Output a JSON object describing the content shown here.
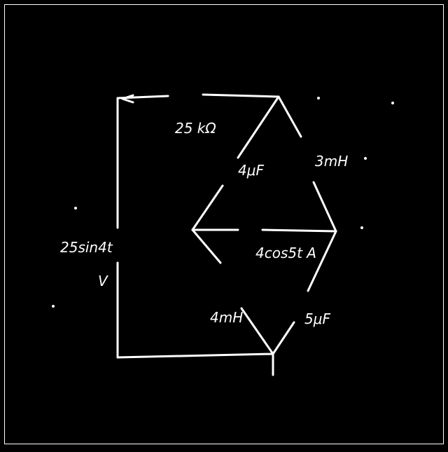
{
  "diagram": {
    "source_label_top": "25sin4t",
    "source_label_bottom": "V",
    "resistor_top": "25 kΩ",
    "cap_top_left": "4μF",
    "inductor_top_right": "3mH",
    "current_source": "4cos5t A",
    "inductor_bottom_left": "4mH",
    "cap_bottom_right": "5μF"
  }
}
